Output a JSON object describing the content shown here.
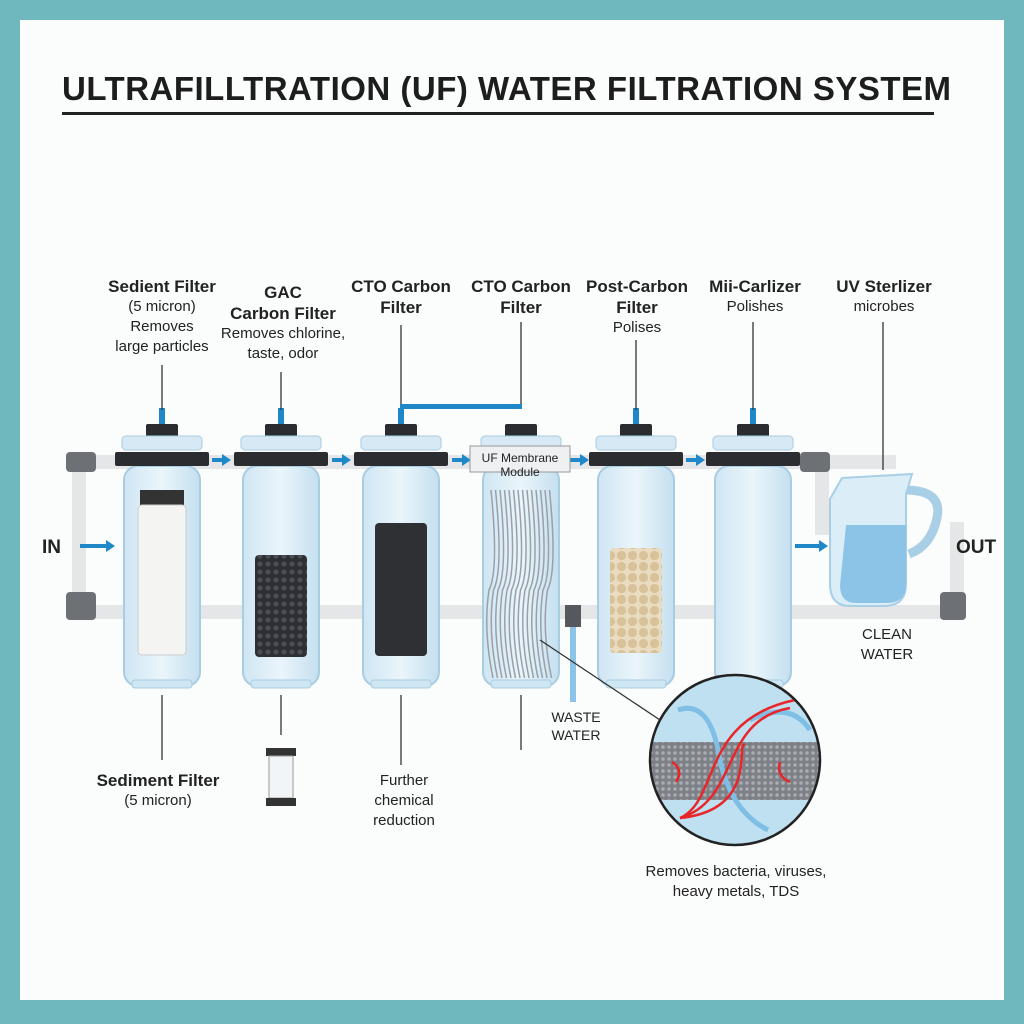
{
  "title": "ULTRAFILLTRATION (UF) WATER FILTRATION SYSTEM",
  "colors": {
    "frame": "#6fb8bd",
    "water": "#8cc4e8",
    "arrow": "#1e88c8",
    "membrane_flow": "#e8262a"
  },
  "stages_top": [
    {
      "name": "Sedient Filter",
      "lines": [
        "(5 micron)",
        "Removes",
        "large particles"
      ]
    },
    {
      "name": "GAC",
      "name2": "Carbon Filter",
      "lines": [
        "Removes chlorine,",
        "taste, odor"
      ]
    },
    {
      "name": "CTO Carbon",
      "name2": "Filter",
      "lines": []
    },
    {
      "name": "CTO Carbon",
      "name2": "Filter",
      "lines": []
    },
    {
      "name": "Post-Carbon",
      "name2": "Filter",
      "lines": [
        "Polises"
      ]
    },
    {
      "name": "Mii-Carlizer",
      "lines": [
        "Polishes"
      ]
    },
    {
      "name": "UV Sterlizer",
      "lines": [
        "microbes"
      ]
    }
  ],
  "uf_module_label": [
    "UF Membrane",
    "Module"
  ],
  "bottom_labels": {
    "sediment": {
      "name": "Sediment Filter",
      "line": "(5 micron)"
    },
    "further": [
      "Further",
      "chemical",
      "reduction"
    ],
    "waste": [
      "WASTE",
      "WATER"
    ],
    "clean": [
      "CLEAN",
      "WATER"
    ],
    "removes": [
      "Removes bacteria, viruses,",
      "heavy metals, TDS"
    ]
  },
  "in_label": "IN",
  "out_label": "OUT"
}
